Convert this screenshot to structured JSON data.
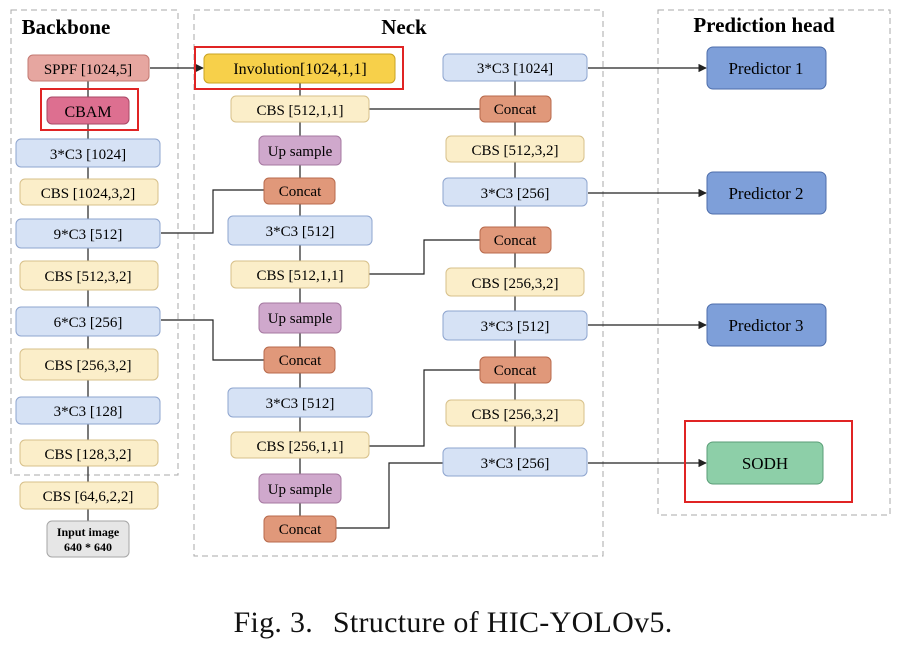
{
  "colors": {
    "cbs_fill": "#fbeec9",
    "cbs_stroke": "#d7c08a",
    "c3_fill": "#d6e2f5",
    "c3_stroke": "#8ea5cf",
    "upsample_fill": "#cfa8cc",
    "upsample_stroke": "#a579a1",
    "concat_fill": "#e0987a",
    "concat_stroke": "#b86a4c",
    "sppf_fill": "#e6a6a0",
    "sppf_stroke": "#c37972",
    "cbam_fill": "#dd6f90",
    "cbam_stroke": "#a94866",
    "involution_fill": "#f7d04a",
    "involution_stroke": "#c9a322",
    "predictor_fill": "#7e9fd9",
    "predictor_stroke": "#4e6eab",
    "sodh_fill": "#8dcfa8",
    "sodh_stroke": "#5a9e77",
    "input_fill": "#e6e6e6",
    "input_stroke": "#a6a6a6",
    "highlight": "#e02424",
    "panel_border": "#aaaaaa"
  },
  "sections": {
    "backbone": "Backbone",
    "neck": "Neck",
    "head": "Prediction head"
  },
  "backbone": {
    "sppf": "SPPF [1024,5]",
    "cbam": "CBAM",
    "c3_1024": "3*C3 [1024]",
    "cbs_1024": "CBS [1024,3,2]",
    "c3_512": "9*C3 [512]",
    "cbs_512": "CBS [512,3,2]",
    "c3_256": "6*C3 [256]",
    "cbs_256": "CBS [256,3,2]",
    "c3_128": "3*C3 [128]",
    "cbs_128": "CBS [128,3,2]",
    "cbs_64": "CBS [64,6,2,2]",
    "input_line1": "Input image",
    "input_line2": "640 * 640"
  },
  "neck_left": {
    "involution": "Involution[1024,1,1]",
    "cbs_512": "CBS [512,1,1]",
    "upsample_1": "Up sample",
    "concat_1": "Concat",
    "c3_512_a": "3*C3 [512]",
    "cbs_512_b": "CBS [512,1,1]",
    "upsample_2": "Up sample",
    "concat_2": "Concat",
    "c3_512_b": "3*C3 [512]",
    "cbs_256": "CBS [256,1,1]",
    "upsample_3": "Up sample",
    "concat_3": "Concat"
  },
  "neck_right": {
    "c3_1024": "3*C3 [1024]",
    "concat_1": "Concat",
    "cbs_512": "CBS [512,3,2]",
    "c3_256_a": "3*C3 [256]",
    "concat_2": "Concat",
    "cbs_256_a": "CBS [256,3,2]",
    "c3_512": "3*C3 [512]",
    "concat_3": "Concat",
    "cbs_256_b": "CBS [256,3,2]",
    "c3_256_b": "3*C3 [256]"
  },
  "head": {
    "predictor_1": "Predictor 1",
    "predictor_2": "Predictor 2",
    "predictor_3": "Predictor 3",
    "sodh": "SODH"
  },
  "caption": {
    "label": "Fig. 3.",
    "text": "Structure of HIC-YOLOv5."
  }
}
